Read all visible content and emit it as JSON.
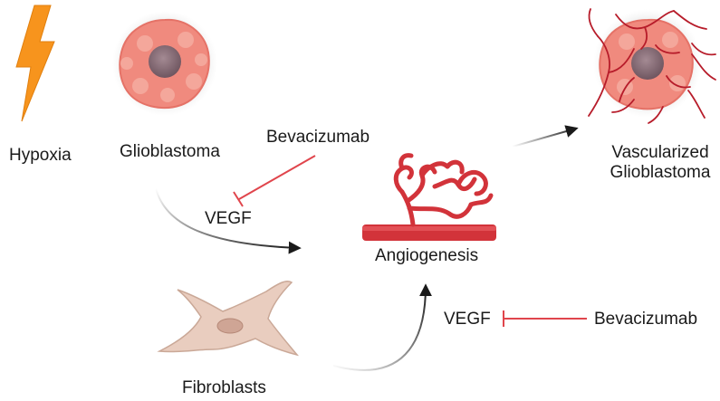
{
  "labels": {
    "hypoxia": "Hypoxia",
    "glioblastoma": "Glioblastoma",
    "bevacizumab_top": "Bevacizumab",
    "vegf_top": "VEGF",
    "angiogenesis": "Angiogenesis",
    "vascularized_line1": "Vascularized",
    "vascularized_line2": "Glioblastoma",
    "fibroblasts": "Fibroblasts",
    "vegf_bottom": "VEGF",
    "bevacizumab_bottom": "Bevacizumab"
  },
  "colors": {
    "lightning": "#f7941d",
    "tumor_outer": "#f08a7e",
    "tumor_inner": "#f4a79b",
    "nucleus": "#8c6f78",
    "vessel": "#d2333a",
    "fibroblast": "#e9cdbf",
    "inhibit": "#e0454c",
    "arrow": "#1a1a1a"
  }
}
